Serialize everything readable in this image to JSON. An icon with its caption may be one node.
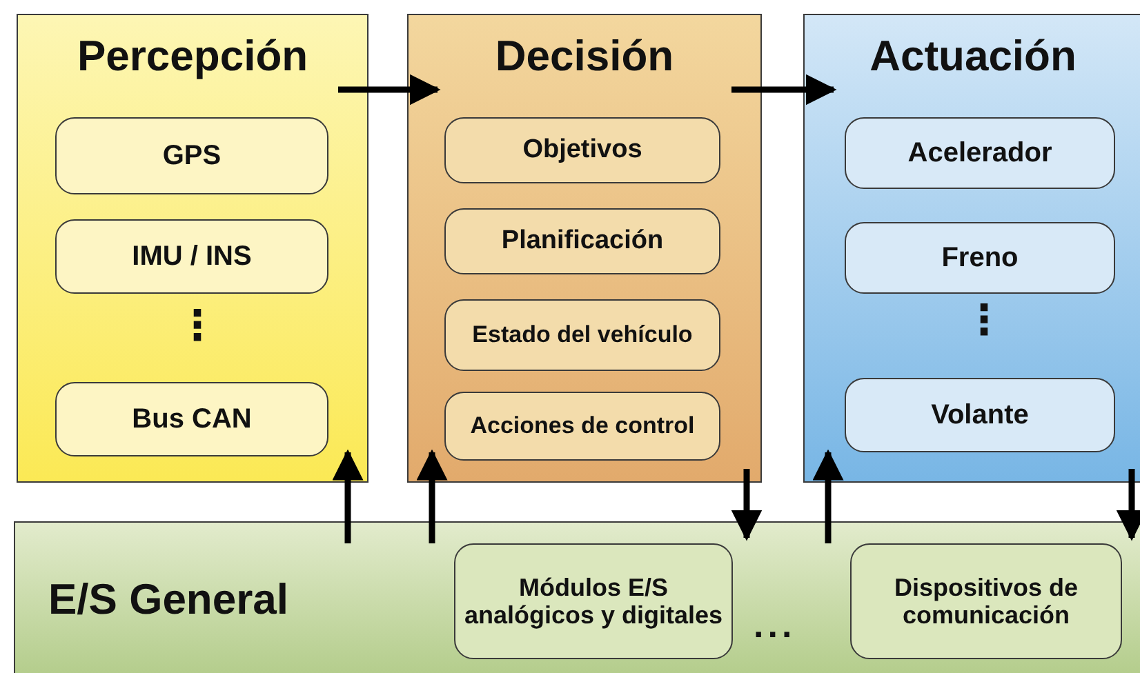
{
  "diagram": {
    "nodes": [
      {
        "text": [
          "Percepción"
        ]
      },
      {
        "text": [
          "GPS"
        ],
        "in": 0
      },
      {
        "text": [
          "IMU / INS"
        ],
        "in": 0
      },
      {
        "text": [
          "Bus CAN"
        ],
        "in": 0
      },
      {
        "text": [
          "Decisión"
        ]
      },
      {
        "text": [
          "Objetivos"
        ],
        "in": 4
      },
      {
        "text": [
          "Planificación"
        ],
        "in": 4
      },
      {
        "text": [
          "Estado del vehículo"
        ],
        "in": 4
      },
      {
        "text": [
          "Acciones de control"
        ],
        "in": 4
      },
      {
        "text": [
          "Actuación"
        ]
      },
      {
        "text": [
          "Acelerador"
        ],
        "in": 9
      },
      {
        "text": [
          "Freno"
        ],
        "in": 9
      },
      {
        "text": [
          "Volante"
        ],
        "in": 9
      },
      {
        "text": [
          "E/S General"
        ]
      },
      {
        "text": [
          "Módulos E/S analógicos y digitales"
        ],
        "in": 13
      },
      {
        "text": [
          "Dispositivos de comunicación"
        ],
        "in": 13
      }
    ],
    "edges": [
      {
        "from": 0,
        "to": 4,
        "arrow": "to"
      },
      {
        "from": 4,
        "to": 9,
        "arrow": "to"
      },
      {
        "from": 13,
        "to": 0,
        "arrow": "to"
      },
      {
        "from": 13,
        "to": 4,
        "arrow": "to"
      },
      {
        "from": 4,
        "to": 13,
        "arrow": "to"
      },
      {
        "from": 13,
        "to": 9,
        "arrow": "to"
      },
      {
        "from": 9,
        "to": 13,
        "arrow": "to"
      }
    ],
    "labels": [
      "⋮",
      "⋮",
      "..."
    ]
  }
}
